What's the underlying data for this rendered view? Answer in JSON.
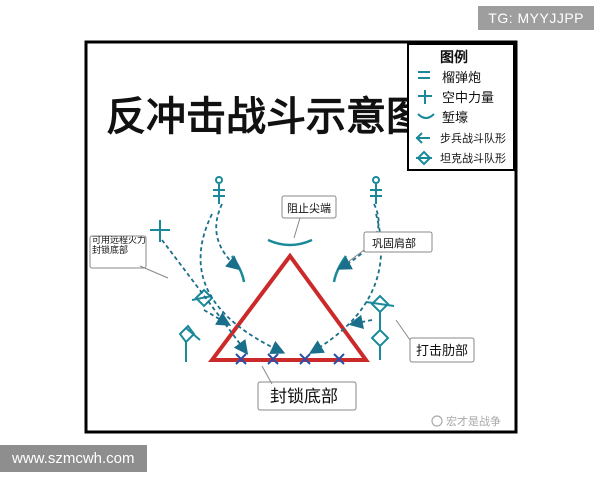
{
  "title": "反冲击战斗示意图",
  "legend": {
    "heading": "图例",
    "items": [
      "榴弹炮",
      "空中力量",
      "堑壕",
      "步兵战斗队形",
      "坦克战斗队形"
    ]
  },
  "callouts": {
    "block_tip": "阻止尖端",
    "secure_shoulder": "巩固肩部",
    "long_range_fire": "可用远程火力封锁底部",
    "strike_flank": "打击肋部",
    "seal_base": "封锁底部"
  },
  "credit": "宏才是战争",
  "watermark_tg": "TG: MYYJJPP",
  "watermark_url": "www.szmcwh.com",
  "colors": {
    "frame": "#000000",
    "triangle": "#cc2a2a",
    "symbol": "#1a8a9a",
    "crosses": "#2a4fa8",
    "arrows": "#1a6f8a",
    "text": "#111111"
  }
}
